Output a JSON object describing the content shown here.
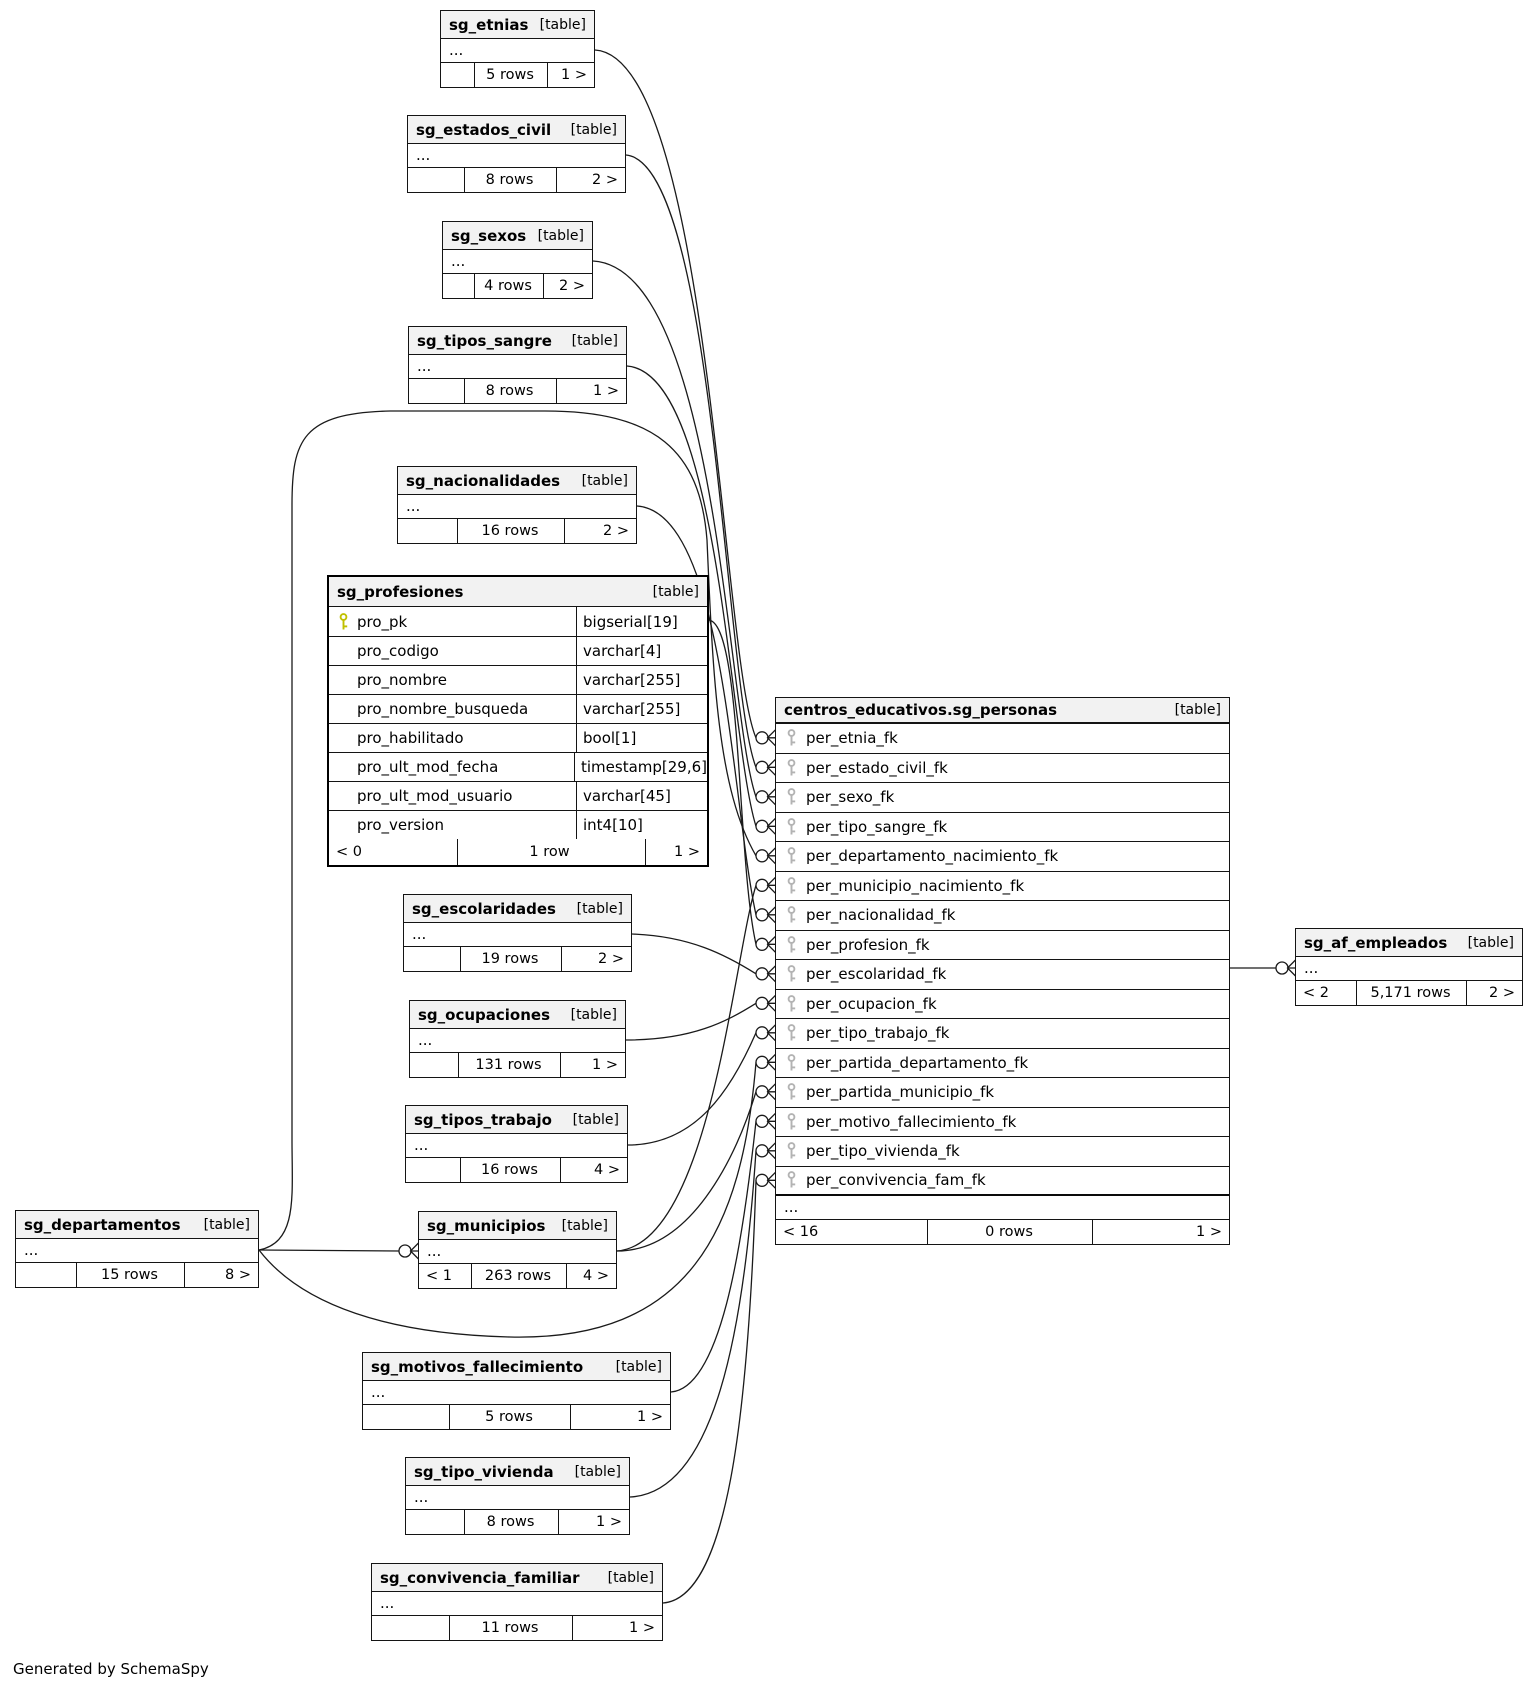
{
  "generator_note": "Generated by SchemaSpy",
  "diagram": {
    "edge_color": "#1a1a1a",
    "primary_key_icon_color": "#c0c000",
    "foreign_key_icon_color": "#b3b3b3",
    "header_fill": "#f2f2f2"
  },
  "tables": [
    {
      "id": "sg_etnias",
      "name": "sg_etnias",
      "badge": "[table]",
      "ellipsis": "...",
      "footer": {
        "parents": "",
        "rowcount": "5 rows",
        "children": "1 >"
      }
    },
    {
      "id": "sg_estados_civil",
      "name": "sg_estados_civil",
      "badge": "[table]",
      "ellipsis": "...",
      "footer": {
        "parents": "",
        "rowcount": "8 rows",
        "children": "2 >"
      }
    },
    {
      "id": "sg_sexos",
      "name": "sg_sexos",
      "badge": "[table]",
      "ellipsis": "...",
      "footer": {
        "parents": "",
        "rowcount": "4 rows",
        "children": "2 >"
      }
    },
    {
      "id": "sg_tipos_sangre",
      "name": "sg_tipos_sangre",
      "badge": "[table]",
      "ellipsis": "...",
      "footer": {
        "parents": "",
        "rowcount": "8 rows",
        "children": "1 >"
      }
    },
    {
      "id": "sg_nacionalidades",
      "name": "sg_nacionalidades",
      "badge": "[table]",
      "ellipsis": "...",
      "footer": {
        "parents": "",
        "rowcount": "16 rows",
        "children": "2 >"
      }
    },
    {
      "id": "sg_profesiones",
      "name": "sg_profesiones",
      "badge": "[table]",
      "columns": [
        {
          "icon": "primary-key",
          "name": "pro_pk",
          "type": "bigserial[19]"
        },
        {
          "icon": "",
          "name": "pro_codigo",
          "type": "varchar[4]"
        },
        {
          "icon": "",
          "name": "pro_nombre",
          "type": "varchar[255]"
        },
        {
          "icon": "",
          "name": "pro_nombre_busqueda",
          "type": "varchar[255]"
        },
        {
          "icon": "",
          "name": "pro_habilitado",
          "type": "bool[1]"
        },
        {
          "icon": "",
          "name": "pro_ult_mod_fecha",
          "type": "timestamp[29,6]"
        },
        {
          "icon": "",
          "name": "pro_ult_mod_usuario",
          "type": "varchar[45]"
        },
        {
          "icon": "",
          "name": "pro_version",
          "type": "int4[10]"
        }
      ],
      "footer": {
        "parents": "< 0",
        "rowcount": "1 row",
        "children": "1 >"
      }
    },
    {
      "id": "sg_escolaridades",
      "name": "sg_escolaridades",
      "badge": "[table]",
      "ellipsis": "...",
      "footer": {
        "parents": "",
        "rowcount": "19 rows",
        "children": "2 >"
      }
    },
    {
      "id": "sg_ocupaciones",
      "name": "sg_ocupaciones",
      "badge": "[table]",
      "ellipsis": "...",
      "footer": {
        "parents": "",
        "rowcount": "131 rows",
        "children": "1 >"
      }
    },
    {
      "id": "sg_tipos_trabajo",
      "name": "sg_tipos_trabajo",
      "badge": "[table]",
      "ellipsis": "...",
      "footer": {
        "parents": "",
        "rowcount": "16 rows",
        "children": "4 >"
      }
    },
    {
      "id": "sg_departamentos",
      "name": "sg_departamentos",
      "badge": "[table]",
      "ellipsis": "...",
      "footer": {
        "parents": "",
        "rowcount": "15 rows",
        "children": "8 >"
      }
    },
    {
      "id": "sg_municipios",
      "name": "sg_municipios",
      "badge": "[table]",
      "ellipsis": "...",
      "footer": {
        "parents": "< 1",
        "rowcount": "263 rows",
        "children": "4 >"
      }
    },
    {
      "id": "sg_motivos_fallecimiento",
      "name": "sg_motivos_fallecimiento",
      "badge": "[table]",
      "ellipsis": "...",
      "footer": {
        "parents": "",
        "rowcount": "5 rows",
        "children": "1 >"
      }
    },
    {
      "id": "sg_tipo_vivienda",
      "name": "sg_tipo_vivienda",
      "badge": "[table]",
      "ellipsis": "...",
      "footer": {
        "parents": "",
        "rowcount": "8 rows",
        "children": "1 >"
      }
    },
    {
      "id": "sg_convivencia_familiar",
      "name": "sg_convivencia_familiar",
      "badge": "[table]",
      "ellipsis": "...",
      "footer": {
        "parents": "",
        "rowcount": "11 rows",
        "children": "1 >"
      }
    },
    {
      "id": "sg_personas",
      "name": "centros_educativos.sg_personas",
      "badge": "[table]",
      "fk_columns": [
        {
          "icon": "foreign-key",
          "name": "per_etnia_fk"
        },
        {
          "icon": "foreign-key",
          "name": "per_estado_civil_fk"
        },
        {
          "icon": "foreign-key",
          "name": "per_sexo_fk"
        },
        {
          "icon": "foreign-key",
          "name": "per_tipo_sangre_fk"
        },
        {
          "icon": "foreign-key",
          "name": "per_departamento_nacimiento_fk"
        },
        {
          "icon": "foreign-key",
          "name": "per_municipio_nacimiento_fk"
        },
        {
          "icon": "foreign-key",
          "name": "per_nacionalidad_fk"
        },
        {
          "icon": "foreign-key",
          "name": "per_profesion_fk"
        },
        {
          "icon": "foreign-key",
          "name": "per_escolaridad_fk"
        },
        {
          "icon": "foreign-key",
          "name": "per_ocupacion_fk"
        },
        {
          "icon": "foreign-key",
          "name": "per_tipo_trabajo_fk"
        },
        {
          "icon": "foreign-key",
          "name": "per_partida_departamento_fk"
        },
        {
          "icon": "foreign-key",
          "name": "per_partida_municipio_fk"
        },
        {
          "icon": "foreign-key",
          "name": "per_motivo_fallecimiento_fk"
        },
        {
          "icon": "foreign-key",
          "name": "per_tipo_vivienda_fk"
        },
        {
          "icon": "foreign-key",
          "name": "per_convivencia_fam_fk"
        }
      ],
      "ellipsis": "...",
      "footer": {
        "parents": "< 16",
        "rowcount": "0 rows",
        "children": "1 >"
      }
    },
    {
      "id": "sg_af_empleados",
      "name": "sg_af_empleados",
      "badge": "[table]",
      "ellipsis": "...",
      "footer": {
        "parents": "< 2",
        "rowcount": "5,171 rows",
        "children": "2 >"
      }
    }
  ]
}
